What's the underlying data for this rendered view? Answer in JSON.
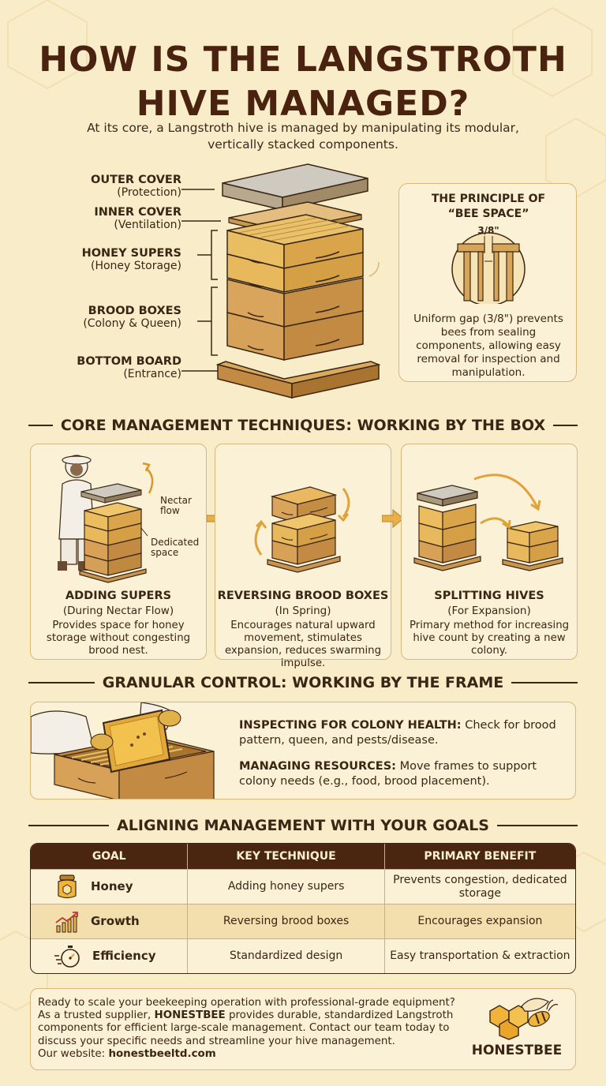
{
  "title_line1": "HOW IS THE LANGSTROTH",
  "title_line2": "HIVE MANAGED?",
  "subtitle": "At its core, a Langstroth hive is managed by manipulating its modular, vertically stacked components.",
  "hive_parts": [
    {
      "name": "OUTER COVER",
      "role": "(Protection)"
    },
    {
      "name": "INNER COVER",
      "role": "(Ventilation)"
    },
    {
      "name": "HONEY SUPERS",
      "role": "(Honey Storage)"
    },
    {
      "name": "BROOD BOXES",
      "role": "(Colony & Queen)"
    },
    {
      "name": "BOTTOM BOARD",
      "role": "(Entrance)"
    }
  ],
  "bee_space": {
    "title_line1": "THE PRINCIPLE OF",
    "title_line2": "“BEE SPACE”",
    "measure": "3/8\"",
    "text": "Uniform gap (3/8\") prevents bees from sealing components, allowing easy removal for inspection and manipulation."
  },
  "section_box": "CORE MANAGEMENT TECHNIQUES: WORKING BY THE BOX",
  "techniques": [
    {
      "title": "ADDING SUPERS",
      "sub": "(During Nectar Flow)",
      "desc": "Provides space for honey storage without congesting brood nest."
    },
    {
      "title": "REVERSING BROOD BOXES",
      "sub": "(In Spring)",
      "desc": "Encourages natural upward movement, stimulates expansion, reduces swarming impulse."
    },
    {
      "title": "SPLITTING HIVES",
      "sub": "(For Expansion)",
      "desc": "Primary method for increasing hive count by creating a new colony."
    }
  ],
  "mini_labels": {
    "nectar_1": "Nectar",
    "nectar_2": "flow",
    "dedicated_1": "Dedicated",
    "dedicated_2": "space"
  },
  "section_frame": "GRANULAR CONTROL: WORKING BY THE FRAME",
  "frame_items": [
    {
      "label": "INSPECTING FOR COLONY HEALTH:",
      "text": " Check for brood pattern, queen, and pests/disease."
    },
    {
      "label": "MANAGING RESOURCES:",
      "text": " Move frames to support colony needs (e.g., food, brood placement)."
    }
  ],
  "section_goals": "ALIGNING MANAGEMENT WITH YOUR GOALS",
  "table": {
    "headers": [
      "GOAL",
      "KEY TECHNIQUE",
      "PRIMARY BENEFIT"
    ],
    "rows": [
      {
        "goal": "Honey",
        "technique": "Adding honey supers",
        "benefit": "Prevents congestion, dedicated storage",
        "icon": "honey-jar-icon"
      },
      {
        "goal": "Growth",
        "technique": "Reversing brood boxes",
        "benefit": "Encourages expansion",
        "icon": "growth-chart-icon"
      },
      {
        "goal": "Efficiency",
        "technique": "Standardized design",
        "benefit": "Easy transportation & extraction",
        "icon": "stopwatch-icon"
      }
    ]
  },
  "footer": {
    "line_a": "Ready to scale your beekeeping operation with professional-grade equipment? As a trusted supplier, ",
    "brand_inline": "HONESTBEE",
    "line_b": " provides durable, standardized Langstroth components for efficient large-scale management. Contact our team today to discuss your specific needs and streamline your hive management.",
    "website_label": "Our website: ",
    "website": "honestbeeltd.com",
    "brand": "HONESTBEE"
  },
  "colors": {
    "background": "#f8ecc9",
    "dark_brown": "#4a2210",
    "wood": "#d9a95e",
    "honey": "#f0b43a"
  }
}
